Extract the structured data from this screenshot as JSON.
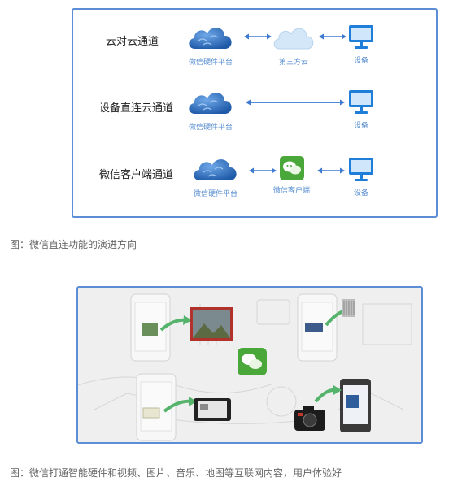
{
  "figure1": {
    "rows": [
      {
        "label": "云对云通道",
        "nodes": [
          "微信硬件平台",
          "第三方云",
          "设备"
        ]
      },
      {
        "label": "设备直连云通道",
        "nodes": [
          "微信硬件平台",
          "设备"
        ]
      },
      {
        "label": "微信客户端通道",
        "nodes": [
          "微信硬件平台",
          "微信客户端",
          "设备"
        ]
      }
    ],
    "caption": "图：微信直连功能的演进方向"
  },
  "figure2": {
    "caption": "图：微信打通智能硬件和视频、图片、音乐、地图等互联网内容，用户体验好"
  },
  "colors": {
    "frame": "#5b8ed6",
    "cloud": "#2f6fc4",
    "cloud_light": "#cfe3f7",
    "arrow": "#3d7ad0",
    "monitor": "#1f7fd8",
    "wechat": "#4aa83a"
  },
  "icons": [
    "cloud-icon",
    "light-cloud-icon",
    "monitor-icon",
    "wechat-icon",
    "double-arrow-icon"
  ]
}
